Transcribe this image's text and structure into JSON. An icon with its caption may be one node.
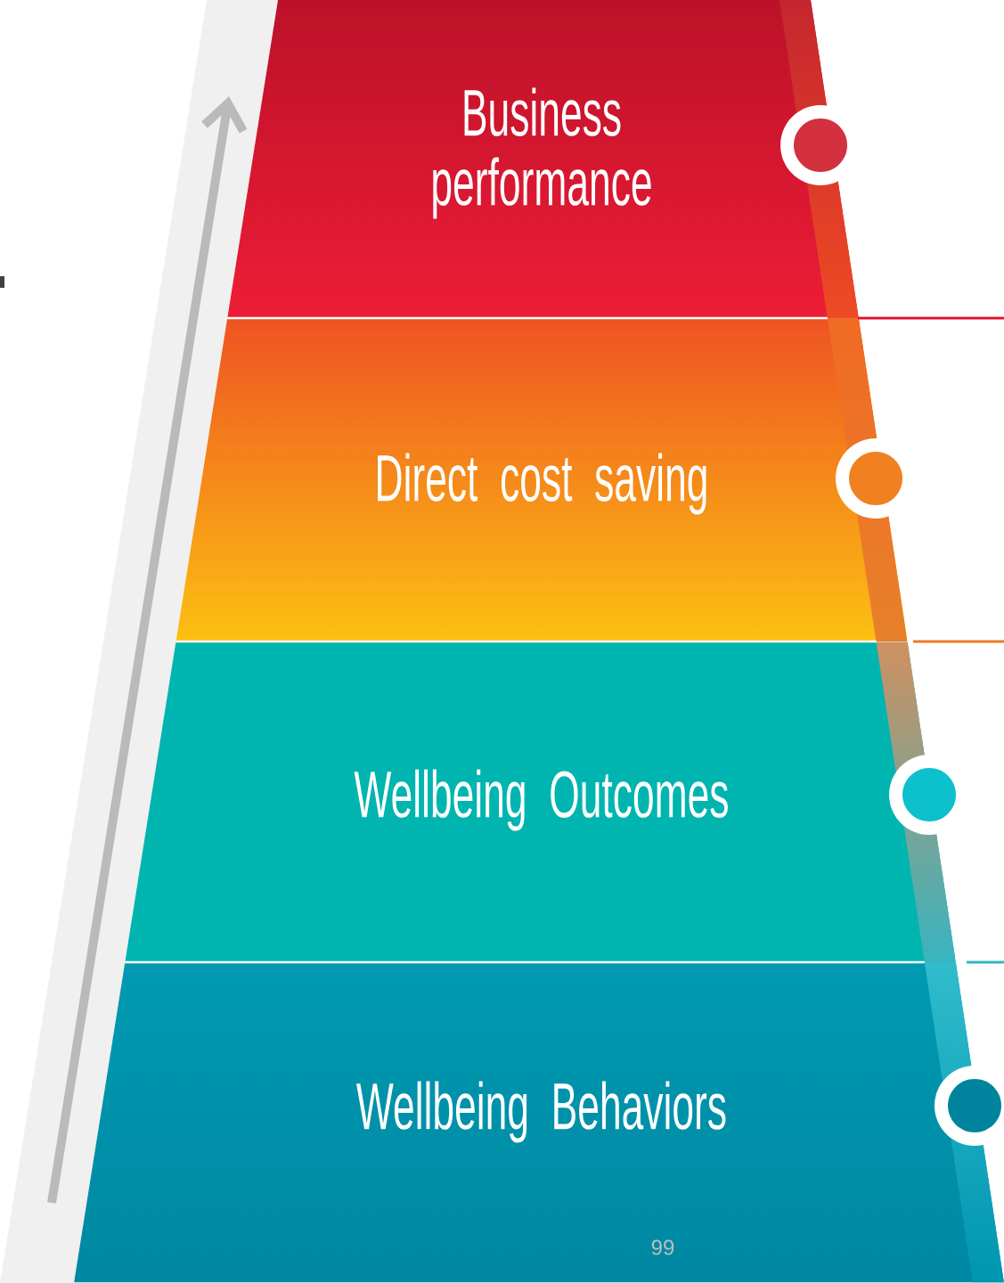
{
  "diagram": {
    "nodes": [
      {
        "text": [
          "Business performance"
        ]
      },
      {
        "text": [
          "Direct cost saving"
        ]
      },
      {
        "text": [
          "Wellbeing Outcomes"
        ]
      },
      {
        "text": [
          "Wellbeing Behaviors"
        ]
      }
    ],
    "labels": [
      "99"
    ]
  }
}
